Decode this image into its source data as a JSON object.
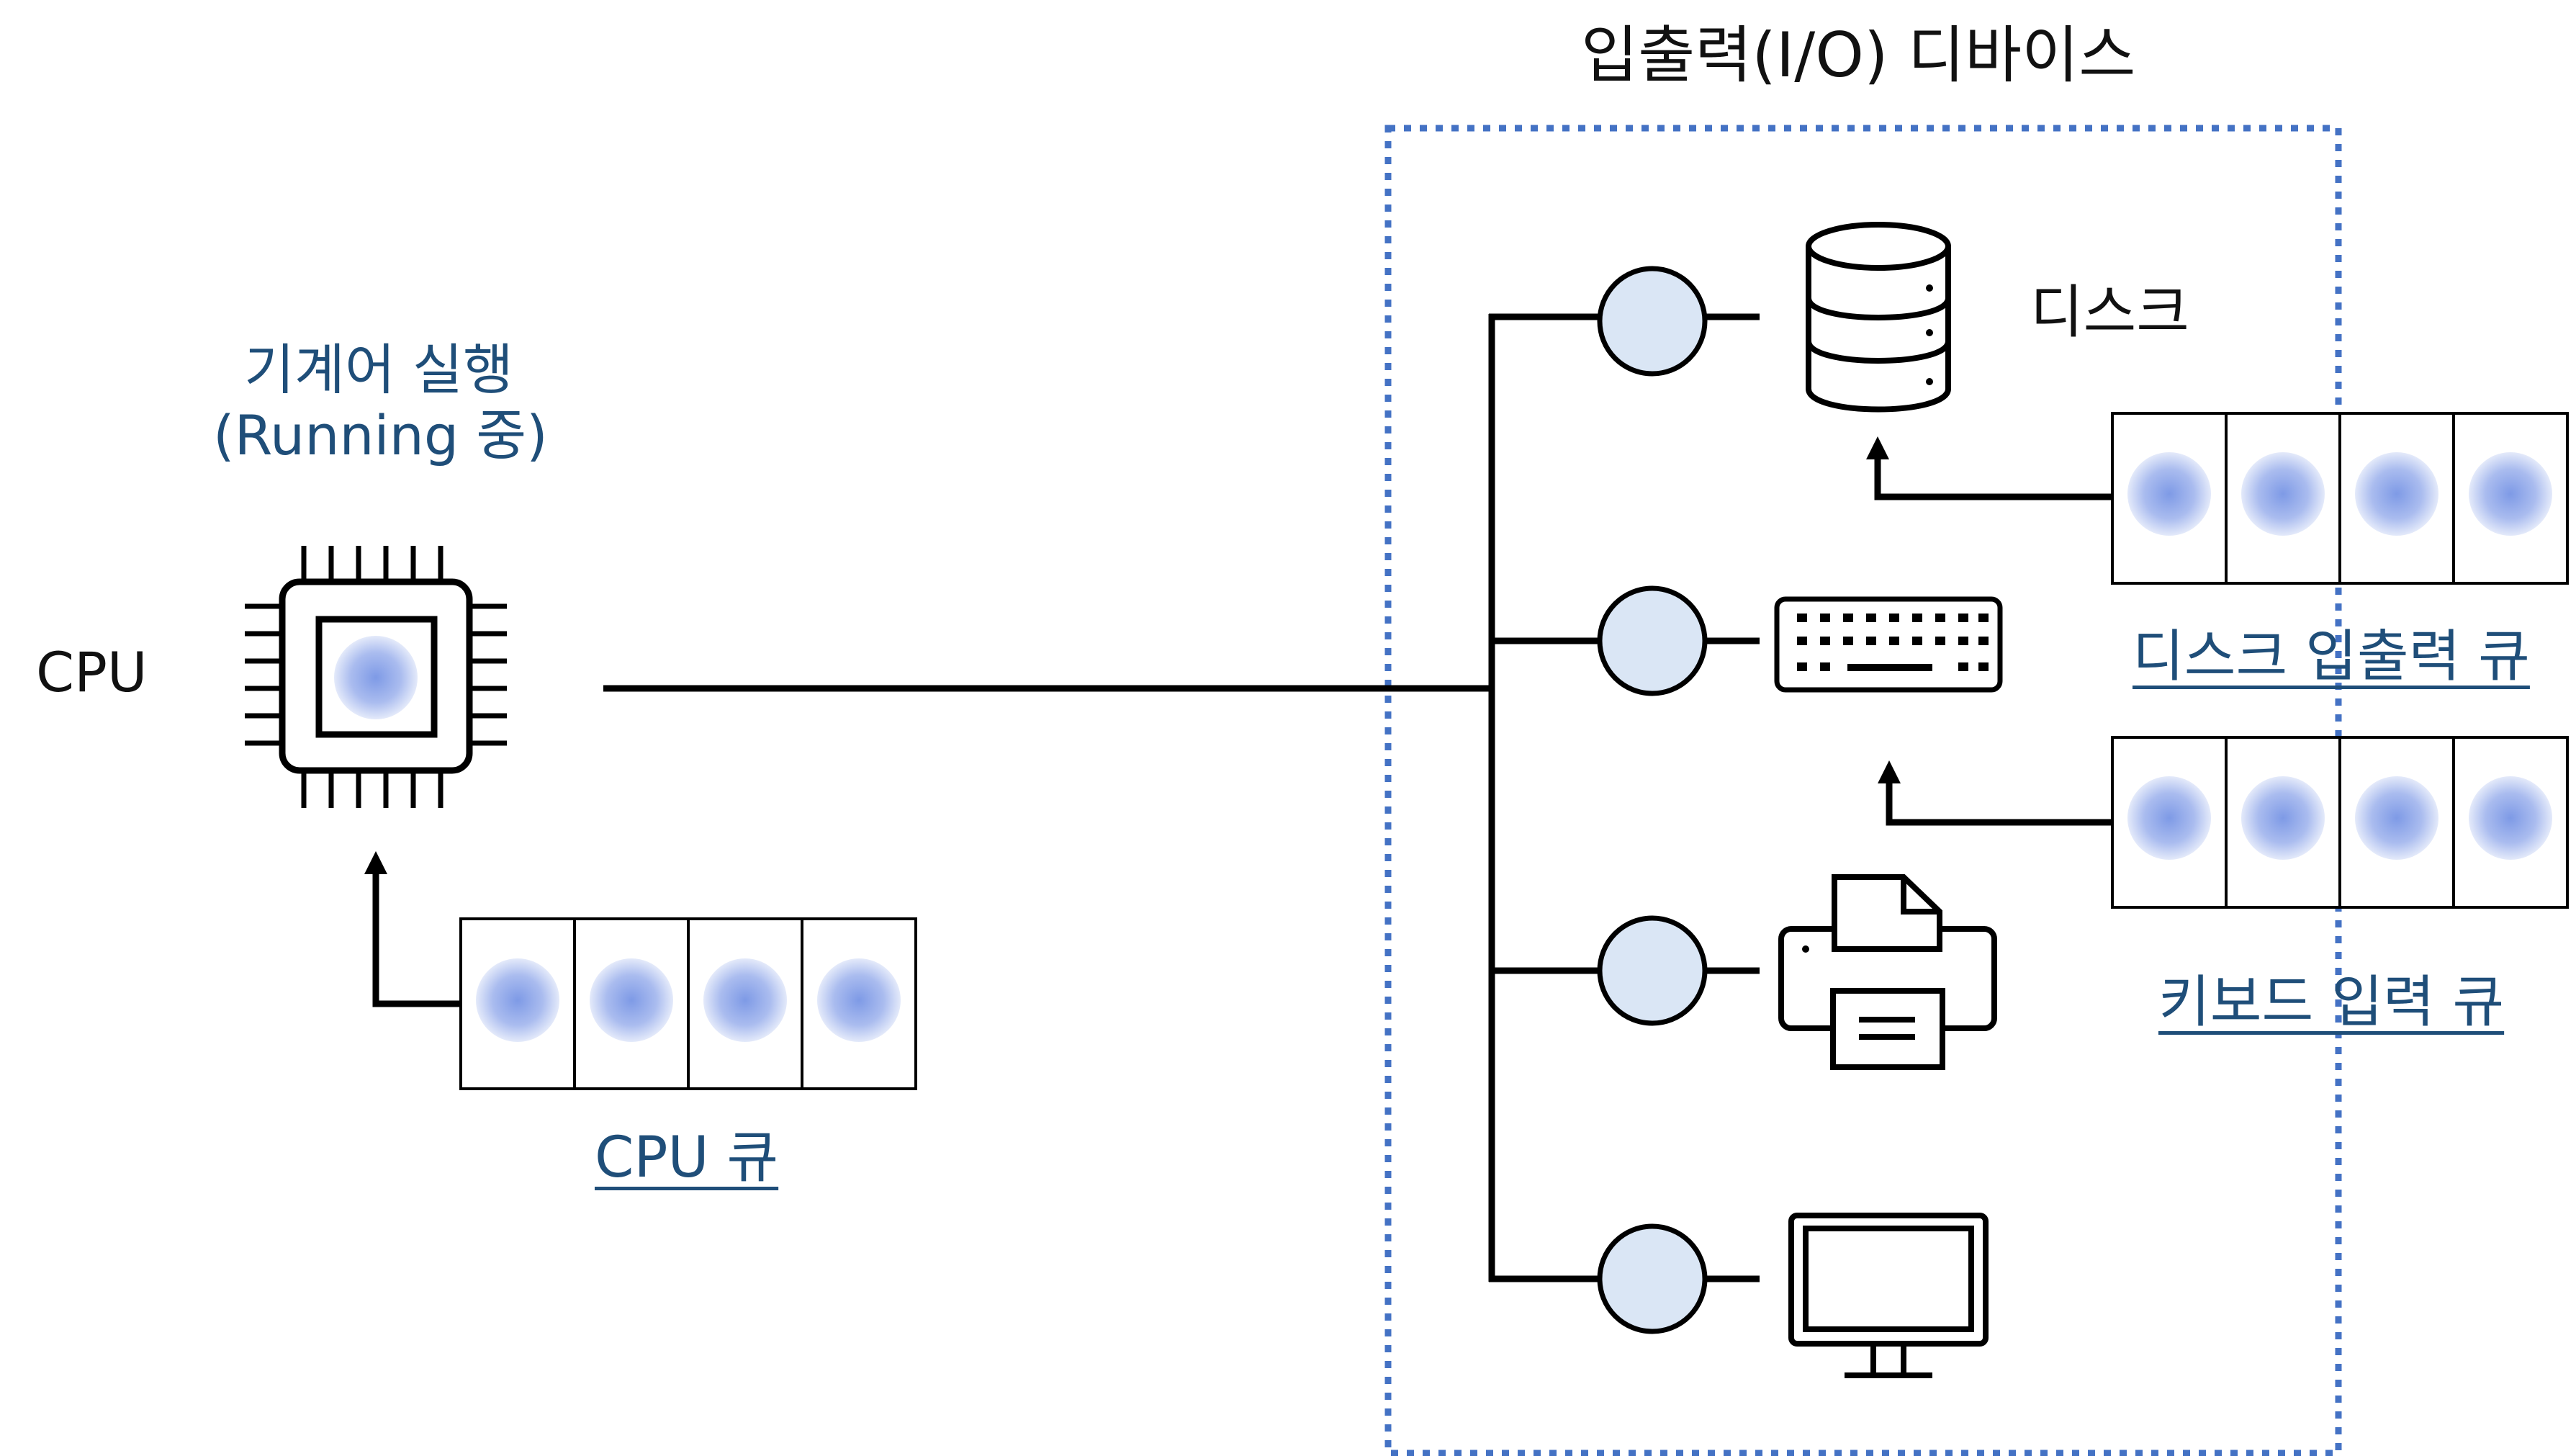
{
  "diagram": {
    "title": "입출력(I/O) 디바이스",
    "cpu_label": "CPU",
    "running_line1": "기계어 실행",
    "running_line2": "(Running 중)",
    "disk_label": "디스크",
    "queues": {
      "cpu": "CPU 큐",
      "disk": "디스크 입출력 큐",
      "keyboard": "키보드 입력 큐"
    },
    "devices": [
      "disk-icon",
      "keyboard-icon",
      "printer-icon",
      "monitor-icon"
    ],
    "colors": {
      "line": "#000000",
      "dotted_border": "#4472c4",
      "node_fill": "#dae6f5",
      "process_dot": "#7e9ae6",
      "link_text": "#1f4e79"
    }
  }
}
